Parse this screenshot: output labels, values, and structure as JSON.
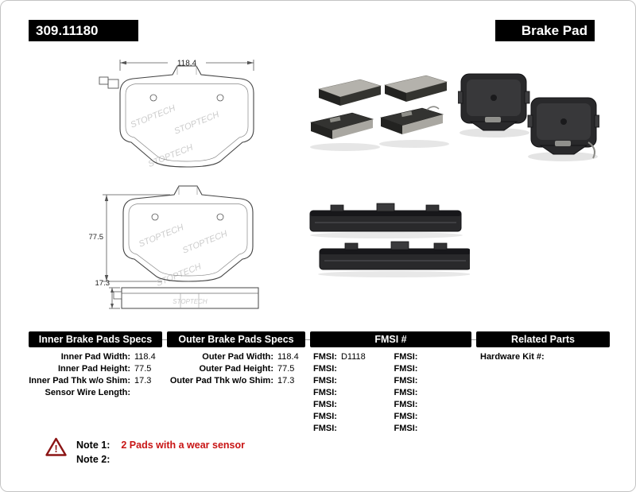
{
  "header": {
    "part_number": "309.11180",
    "product_type": "Brake Pad"
  },
  "drawings": {
    "width_dim": "118.4",
    "height_dim": "77.5",
    "thickness_dim": "17.3",
    "watermark": "STOPTECH"
  },
  "spec_columns": {
    "inner": {
      "title": "Inner Brake Pads Specs",
      "rows": [
        {
          "label": "Inner Pad Width:",
          "value": "118.4"
        },
        {
          "label": "Inner Pad Height:",
          "value": "77.5"
        },
        {
          "label": "Inner Pad Thk w/o Shim:",
          "value": "17.3"
        },
        {
          "label": "Sensor Wire Length:",
          "value": ""
        }
      ]
    },
    "outer": {
      "title": "Outer Brake Pads Specs",
      "rows": [
        {
          "label": "Outer Pad Width:",
          "value": "118.4"
        },
        {
          "label": "Outer Pad Height:",
          "value": "77.5"
        },
        {
          "label": "Outer Pad Thk w/o Shim:",
          "value": "17.3"
        }
      ]
    },
    "fmsi": {
      "title": "FMSI #",
      "col1": [
        {
          "label": "FMSI:",
          "value": "D1118"
        },
        {
          "label": "FMSI:",
          "value": ""
        },
        {
          "label": "FMSI:",
          "value": ""
        },
        {
          "label": "FMSI:",
          "value": ""
        },
        {
          "label": "FMSI:",
          "value": ""
        },
        {
          "label": "FMSI:",
          "value": ""
        },
        {
          "label": "FMSI:",
          "value": ""
        }
      ],
      "col2": [
        {
          "label": "FMSI:",
          "value": ""
        },
        {
          "label": "FMSI:",
          "value": ""
        },
        {
          "label": "FMSI:",
          "value": ""
        },
        {
          "label": "FMSI:",
          "value": ""
        },
        {
          "label": "FMSI:",
          "value": ""
        },
        {
          "label": "FMSI:",
          "value": ""
        },
        {
          "label": "FMSI:",
          "value": ""
        }
      ]
    },
    "related": {
      "title": "Related Parts",
      "rows": [
        {
          "label": "Hardware Kit #:",
          "value": ""
        }
      ]
    }
  },
  "notes": {
    "note1_label": "Note 1:",
    "note1_text": "2 Pads with a wear sensor",
    "note2_label": "Note 2:",
    "note2_text": ""
  },
  "icons": {
    "warning_glyph": "!"
  },
  "colors": {
    "banner_bg": "#000000",
    "note_red": "#c81414",
    "warning_red": "#8c1515"
  }
}
